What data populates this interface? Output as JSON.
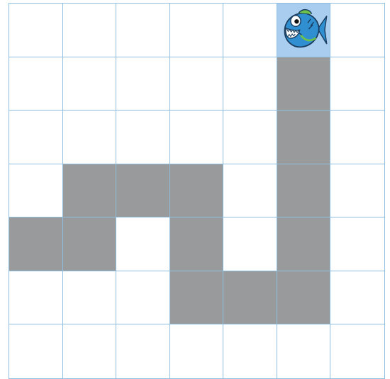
{
  "grid": {
    "rows": 7,
    "cols": 7,
    "cells": [
      [
        0,
        0,
        0,
        0,
        0,
        2,
        0
      ],
      [
        0,
        0,
        0,
        0,
        0,
        1,
        0
      ],
      [
        0,
        0,
        0,
        0,
        0,
        1,
        0
      ],
      [
        0,
        1,
        1,
        1,
        0,
        1,
        0
      ],
      [
        1,
        1,
        0,
        1,
        0,
        1,
        0
      ],
      [
        0,
        0,
        0,
        1,
        1,
        1,
        0
      ],
      [
        0,
        0,
        0,
        0,
        0,
        0,
        0
      ]
    ],
    "legend": {
      "0": "empty",
      "1": "path",
      "2": "fish-start"
    }
  },
  "colors": {
    "grid_line": "#8ebfe0",
    "path_fill": "#999a9c",
    "start_fill": "#a9cdee",
    "fish_body": "#2f8fd0"
  },
  "piece": {
    "icon": "piranha-fish-icon",
    "row": 0,
    "col": 5
  }
}
